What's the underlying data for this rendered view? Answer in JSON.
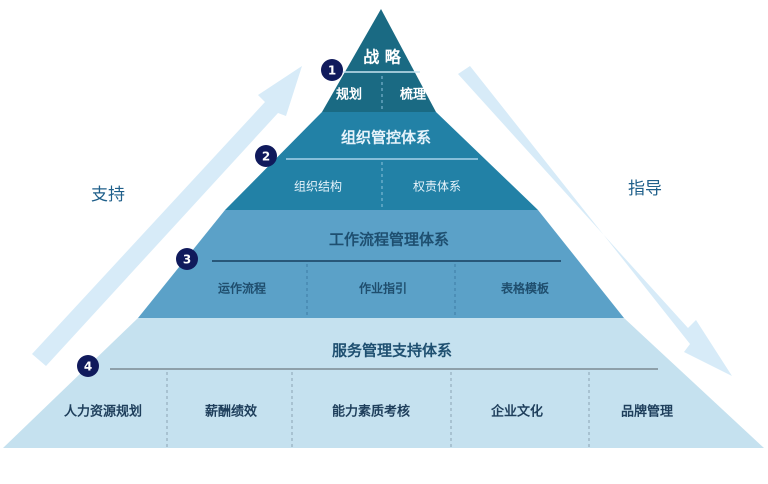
{
  "side_labels": {
    "left": "支持",
    "right": "指导"
  },
  "levels": [
    {
      "number": "1",
      "title": "战 略",
      "items": [
        "规划",
        "梳理"
      ]
    },
    {
      "number": "2",
      "title": "组织管控体系",
      "items": [
        "组织结构",
        "权责体系"
      ]
    },
    {
      "number": "3",
      "title": "工作流程管理体系",
      "items": [
        "运作流程",
        "作业指引",
        "表格模板"
      ]
    },
    {
      "number": "4",
      "title": "服务管理支持体系",
      "items": [
        "人力资源规划",
        "薪酬绩效",
        "能力素质考核",
        "企业文化",
        "品牌管理"
      ]
    }
  ],
  "colors": {
    "tier1": "#1a6a83",
    "tier2": "#2281a6",
    "tier3": "#5ba1c8",
    "tier4": "#c5e1ef",
    "arrow": "#d7ebf8",
    "badge": "#101a5c"
  }
}
